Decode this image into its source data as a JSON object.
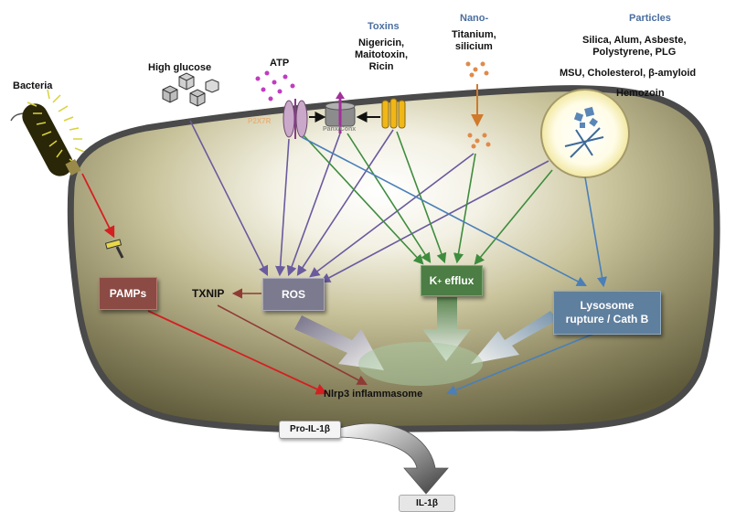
{
  "sources": {
    "bacteria": "Bacteria",
    "high_glucose": "High glucose",
    "atp": "ATP",
    "toxins_title": "Toxins",
    "toxins_list": "Nigericin,\nMaitotoxin,\nRicin",
    "nano_title": "Nano-",
    "nano_list": "Titanium,\nsilicium",
    "particles_title": "Particles",
    "particles_line1": "Silica, Alum, Asbeste,\nPolystyrene, PLG",
    "particles_line2": "MSU, Cholesterol, β-amyloid",
    "particles_line3": "Hemozoin"
  },
  "channels": {
    "p2x7r": "P2X7R",
    "panx": "Panx/Conx"
  },
  "nodes": {
    "pamps": "PAMPs",
    "txnip": "TXNIP",
    "ros": "ROS",
    "k_efflux": "K",
    "k_sup": "+",
    "k_suffix": " efflux",
    "lysosome": "Lysosome\nrupture / Cath B",
    "nlrp3": "Nlrp3 inflammasome",
    "pro_il1b": "Pro-IL-1β",
    "il1b": "IL-1β"
  },
  "colors": {
    "cell_fill": "#6e6a45",
    "cell_border": "#4a4a4a",
    "pamps_arrow": "#d42020",
    "txnip_arrow": "#8e3b35",
    "ros_arrow": "#6a5a9e",
    "k_arrow": "#3e8c3e",
    "lysosome_arrow": "#4a7fb8",
    "nano_arrow": "#d07a2c"
  }
}
